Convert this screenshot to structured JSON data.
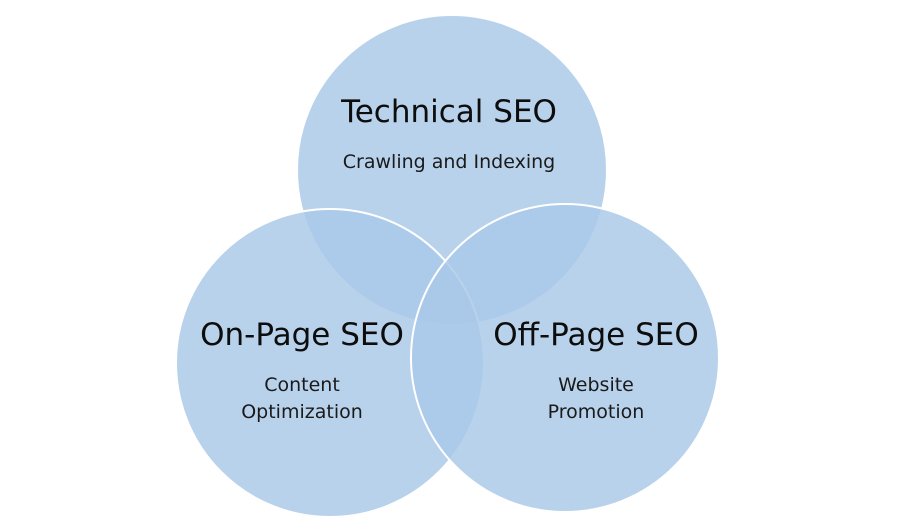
{
  "diagram": {
    "type": "venn-3",
    "colors": {
      "fill": "#a9c8e8",
      "stroke": "#ffffff",
      "text": "#0d0d0d"
    },
    "circles": [
      {
        "title": "Technical SEO",
        "subtitle_lines": [
          "Crawling and Indexing"
        ]
      },
      {
        "title": "On-Page SEO",
        "subtitle_lines": [
          "Content",
          "Optimization"
        ]
      },
      {
        "title": "Off-Page SEO",
        "subtitle_lines": [
          "Website",
          "Promotion"
        ]
      }
    ]
  }
}
